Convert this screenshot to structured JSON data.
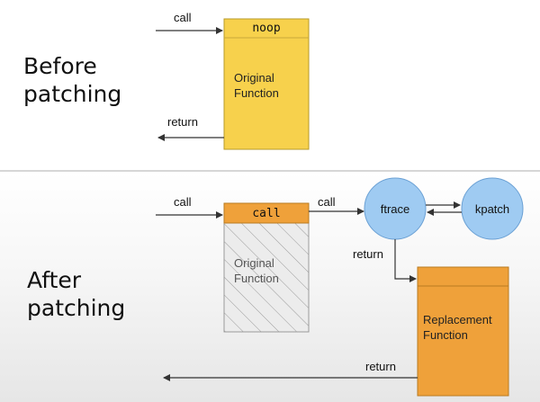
{
  "before": {
    "title": "Before\npatching",
    "call_label": "call",
    "return_label": "return",
    "head_label": "noop",
    "body_label": "Original\nFunction"
  },
  "after": {
    "title": "After\npatching",
    "call_label": "call",
    "call2_label": "call",
    "return_label": "return",
    "return2_label": "return",
    "head_label": "call",
    "body_label": "Original\nFunction",
    "ftrace_label": "ftrace",
    "kpatch_label": "kpatch",
    "replacement_label": "Replacement\nFunction"
  },
  "colors": {
    "yellow": "#f7d14c",
    "orange": "#efa13a",
    "blue": "#9fcbf2",
    "hatch_bg": "#e9e9e9"
  }
}
